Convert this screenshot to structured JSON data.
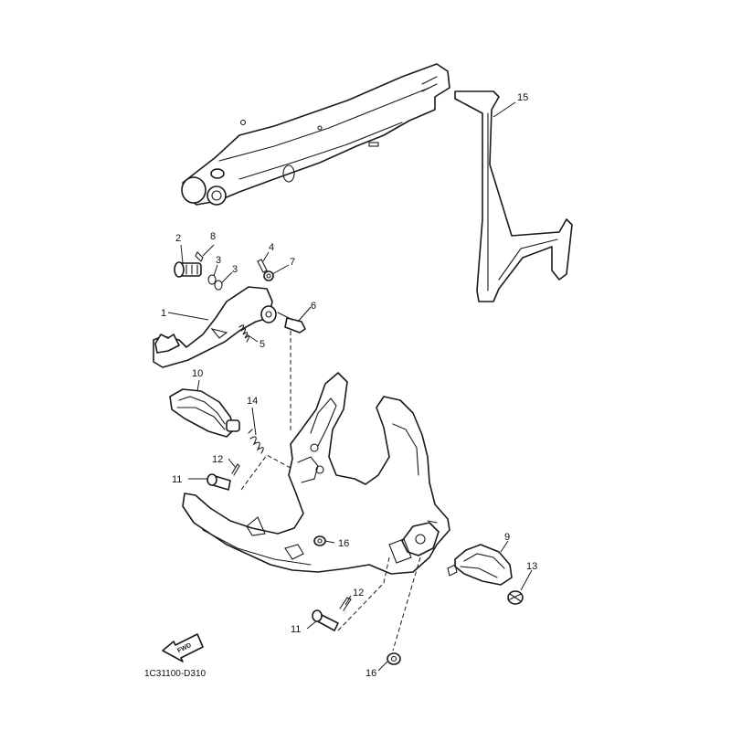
{
  "diagram_code": "1C31100-D310",
  "fwd_label": "FWD",
  "callouts": {
    "c1": "1",
    "c2": "2",
    "c3a": "3",
    "c3b": "3",
    "c4": "4",
    "c5": "5",
    "c6": "6",
    "c7": "7",
    "c8": "8",
    "c9": "9",
    "c10": "10",
    "c11a": "11",
    "c11b": "11",
    "c12a": "12",
    "c12b": "12",
    "c13": "13",
    "c14": "14",
    "c15": "15",
    "c16a": "16",
    "c16b": "16"
  }
}
